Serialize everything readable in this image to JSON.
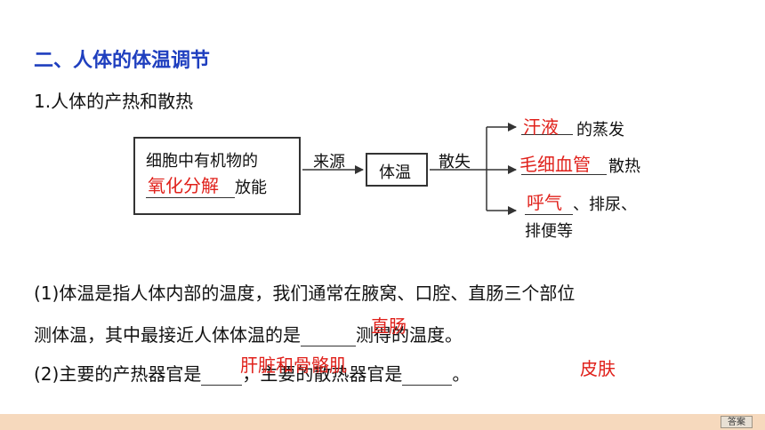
{
  "heading": "二、人体的体温调节",
  "subheading": "1.人体的产热和散热",
  "diagram": {
    "source_line1": "细胞中有机物的",
    "source_answer": "氧化分解",
    "source_suffix": "放能",
    "arrow1_label": "来源",
    "center_label": "体温",
    "arrow2_label": "散失",
    "out1_answer": "汗液",
    "out1_suffix": "的蒸发",
    "out2_answer": "毛细血管",
    "out2_suffix": "散热",
    "out3_answer": "呼气",
    "out3_suffix": "、排尿、",
    "out3_line2": "排便等"
  },
  "q1": {
    "line1": "(1)体温是指人体内部的温度，我们通常在腋窝、口腔、直肠三个部位",
    "line2_prefix": "测体温，其中最接近人体体温的是",
    "line2_suffix": "测得的温度。",
    "answer": "直肠"
  },
  "q2": {
    "prefix": "(2)主要的产热器官是",
    "middle": "，主要的散热器官是",
    "suffix": "。",
    "answer1": "肝脏和骨骼肌",
    "answer2": "皮肤"
  },
  "footer": {
    "answer_button": "答案"
  }
}
